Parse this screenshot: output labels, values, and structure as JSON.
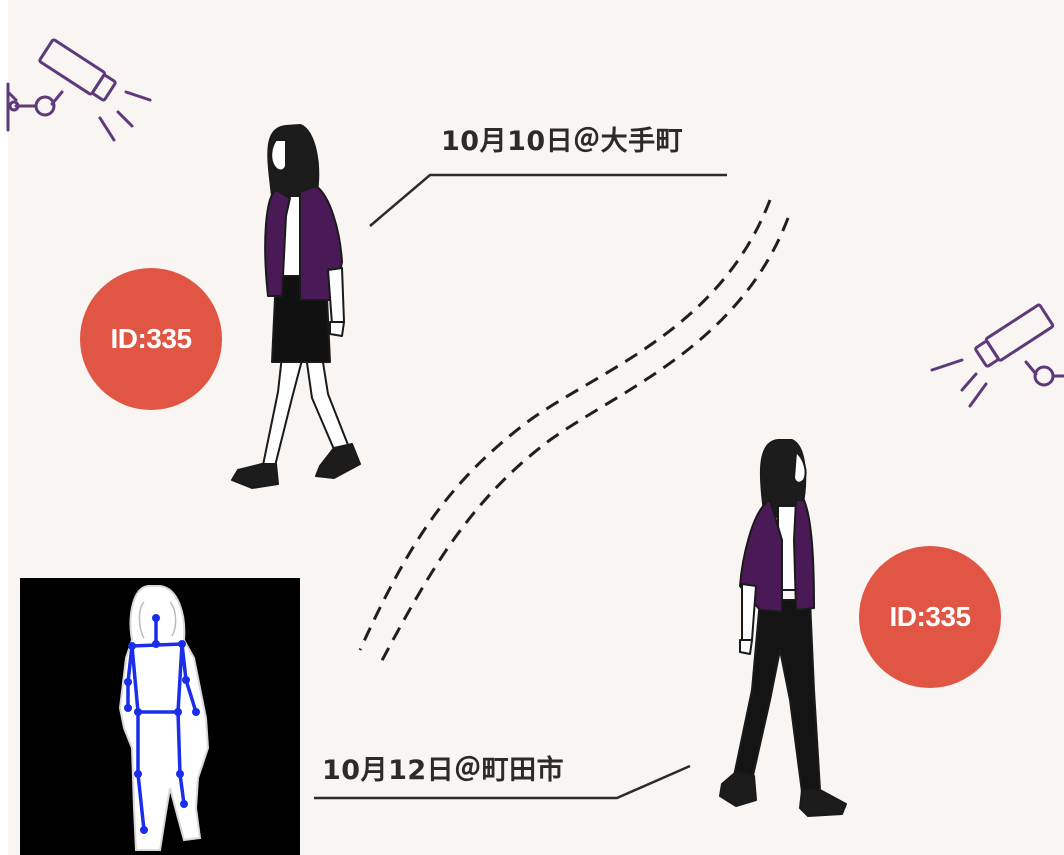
{
  "colors": {
    "background": "#f8f5f3",
    "badge": "#e05543",
    "jacket": "#4a1a57",
    "camera": "#5e3a7a",
    "skeleton": "#1a2eea"
  },
  "captions": {
    "first_sighting": "10月10日＠大手町",
    "second_sighting": "10月12日＠町田市"
  },
  "badges": {
    "first_id": "ID:335",
    "second_id": "ID:335"
  },
  "icons": {
    "camera_top_left": "security-camera-icon",
    "camera_right": "security-camera-icon"
  }
}
